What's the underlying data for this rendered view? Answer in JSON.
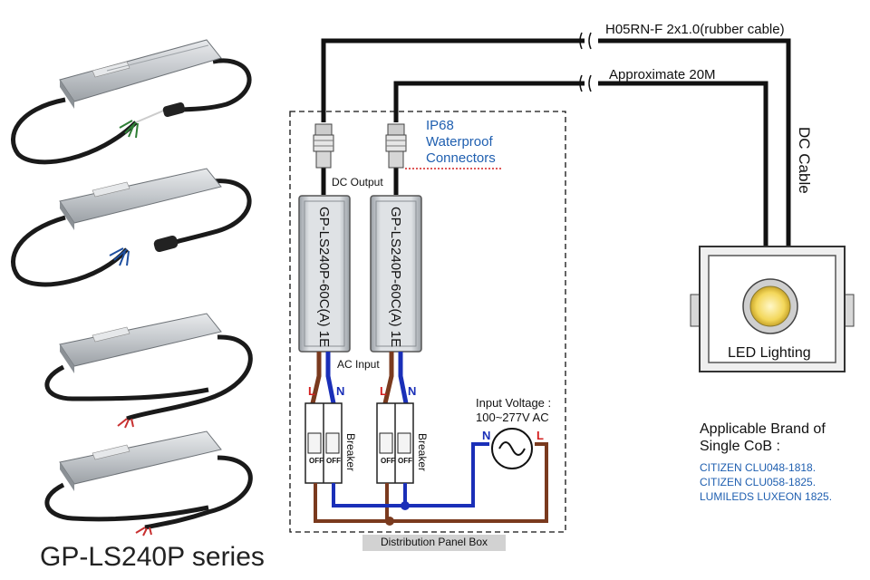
{
  "series_title": "GP-LS240P series",
  "cable_spec": "H05RN-F 2x1.0(rubber cable)",
  "cable_length": "Approximate 20M",
  "dc_cable_label": "DC Cable",
  "ip68_label": [
    "IP68",
    "Waterproof",
    "Connectors"
  ],
  "dc_output_label": "DC Output",
  "ac_input_label": "AC Input",
  "driver_model": "GP-LS240P-60C(A) 1E",
  "breaker_label": "Breaker",
  "off_label": "OFF",
  "line_label": "L",
  "neutral_label": "N",
  "input_voltage_label": [
    "Input Voltage :",
    "100~277V AC"
  ],
  "panel_box_label": "Distribution Panel Box",
  "led_lighting_label": "LED Lighting",
  "brand_heading": [
    "Applicable Brand of",
    "Single CoB :"
  ],
  "brand_list": [
    "CITIZEN CLU048-1818.",
    "CITIZEN CLU058-1825.",
    "LUMILEDS LUXEON 1825."
  ],
  "colors": {
    "wire_black": "#111111",
    "wire_brown": "#7a3a1e",
    "wire_blue": "#1a2fb8",
    "brand_blue": "#1f5fb0",
    "accent_red": "#d42020"
  },
  "icons": [
    "driver-product-photo",
    "waterproof-connector-icon",
    "breaker-icon",
    "ac-source-icon",
    "led-lamp-icon"
  ]
}
